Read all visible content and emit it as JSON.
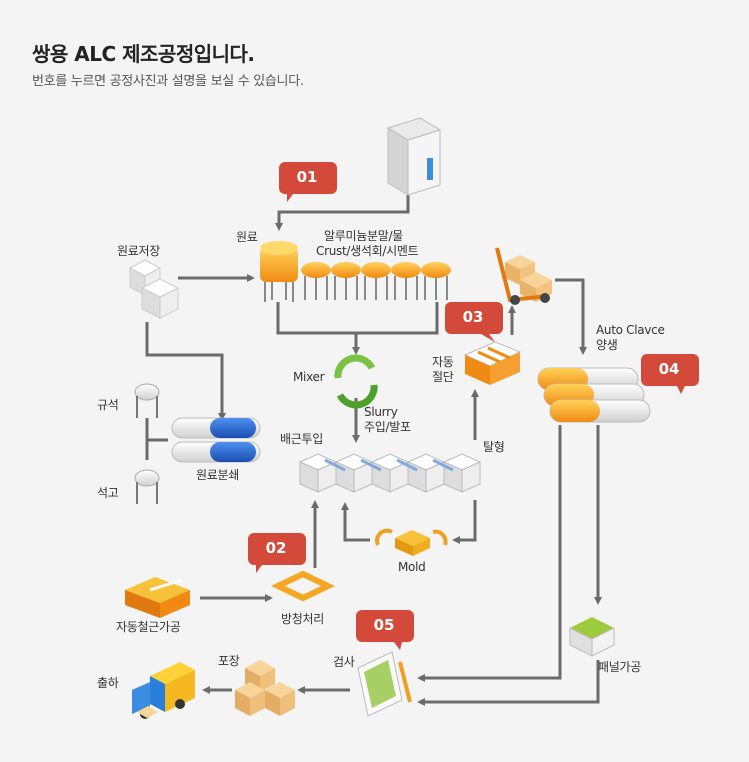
{
  "header": {
    "title": "쌍용 ALC 제조공정입니다.",
    "subtitle": "번호를 누르면 공정사진과 설명을 보실 수 있습니다."
  },
  "steps": [
    {
      "id": "01",
      "target": "원료"
    },
    {
      "id": "02",
      "target": "방청처리"
    },
    {
      "id": "03",
      "target": "자동절단"
    },
    {
      "id": "04",
      "target": "Auto Clavce 양생"
    },
    {
      "id": "05",
      "target": "검사"
    }
  ],
  "labels": {
    "raw_storage": "원료저장",
    "raw_material": "원료",
    "additives_line1": "알루미늄분말/물",
    "additives_line2": "Crust/생석회/시멘트",
    "silica": "규석",
    "gypsum": "석고",
    "raw_grinding": "원료분쇄",
    "mixer": "Mixer",
    "slurry_line1": "Slurry",
    "slurry_line2": "주입/발포",
    "batch_input": "배근투입",
    "demold": "탈형",
    "auto_cut_line1": "자동",
    "auto_cut_line2": "절단",
    "autoclave_line1": "Auto Clavce",
    "autoclave_line2": "양생",
    "mold": "Mold",
    "rebar_processing": "자동철근가공",
    "anticorrosion": "방청처리",
    "panel_processing": "패널가공",
    "inspection": "검사",
    "packing": "포장",
    "shipping": "출하"
  },
  "colors": {
    "badge_red": "#d44a3a",
    "orange": "#f39a1e",
    "blue": "#2b6fd6",
    "arrow": "#6b6b6b",
    "green": "#8cc63f"
  }
}
